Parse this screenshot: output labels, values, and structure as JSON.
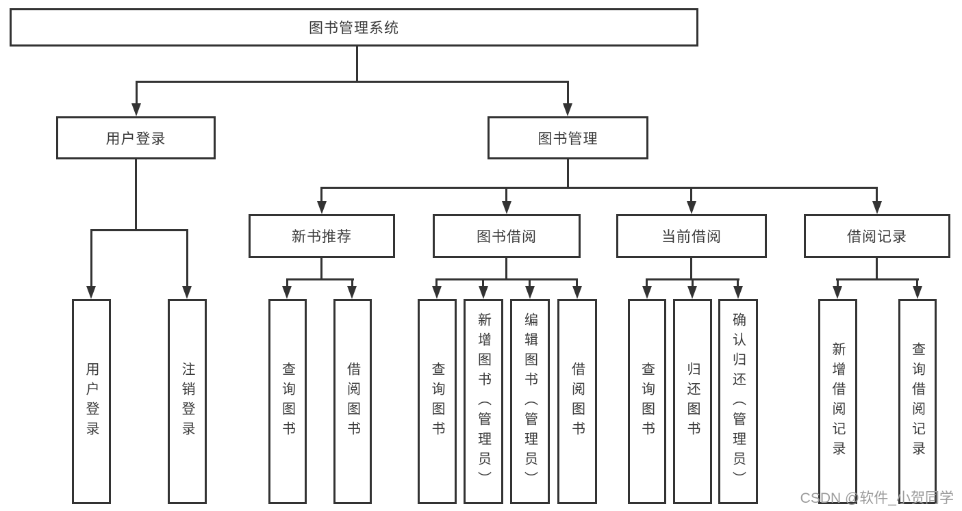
{
  "tree": {
    "root": {
      "label": "图书管理系统",
      "children": [
        {
          "label": "用户登录",
          "children": [
            {
              "label": "用户登录"
            },
            {
              "label": "注销登录"
            }
          ]
        },
        {
          "label": "图书管理",
          "children": [
            {
              "label": "新书推荐",
              "children": [
                {
                  "label": "查询图书"
                },
                {
                  "label": "借阅图书"
                }
              ]
            },
            {
              "label": "图书借阅",
              "children": [
                {
                  "label": "查询图书"
                },
                {
                  "label": "新增图书（管理员）"
                },
                {
                  "label": "编辑图书（管理员）"
                },
                {
                  "label": "借阅图书"
                }
              ]
            },
            {
              "label": "当前借阅",
              "children": [
                {
                  "label": "查询图书"
                },
                {
                  "label": "归还图书"
                },
                {
                  "label": "确认归还（管理员）"
                }
              ]
            },
            {
              "label": "借阅记录",
              "children": [
                {
                  "label": "新增借阅记录"
                },
                {
                  "label": "查询借阅记录"
                }
              ]
            }
          ]
        }
      ]
    }
  },
  "watermark": {
    "text": "CSDN @软件_小贺同学"
  },
  "colors": {
    "line": "#333333",
    "text": "#3a3a3a",
    "watermark": "#9c9c9c",
    "background": "#ffffff"
  }
}
